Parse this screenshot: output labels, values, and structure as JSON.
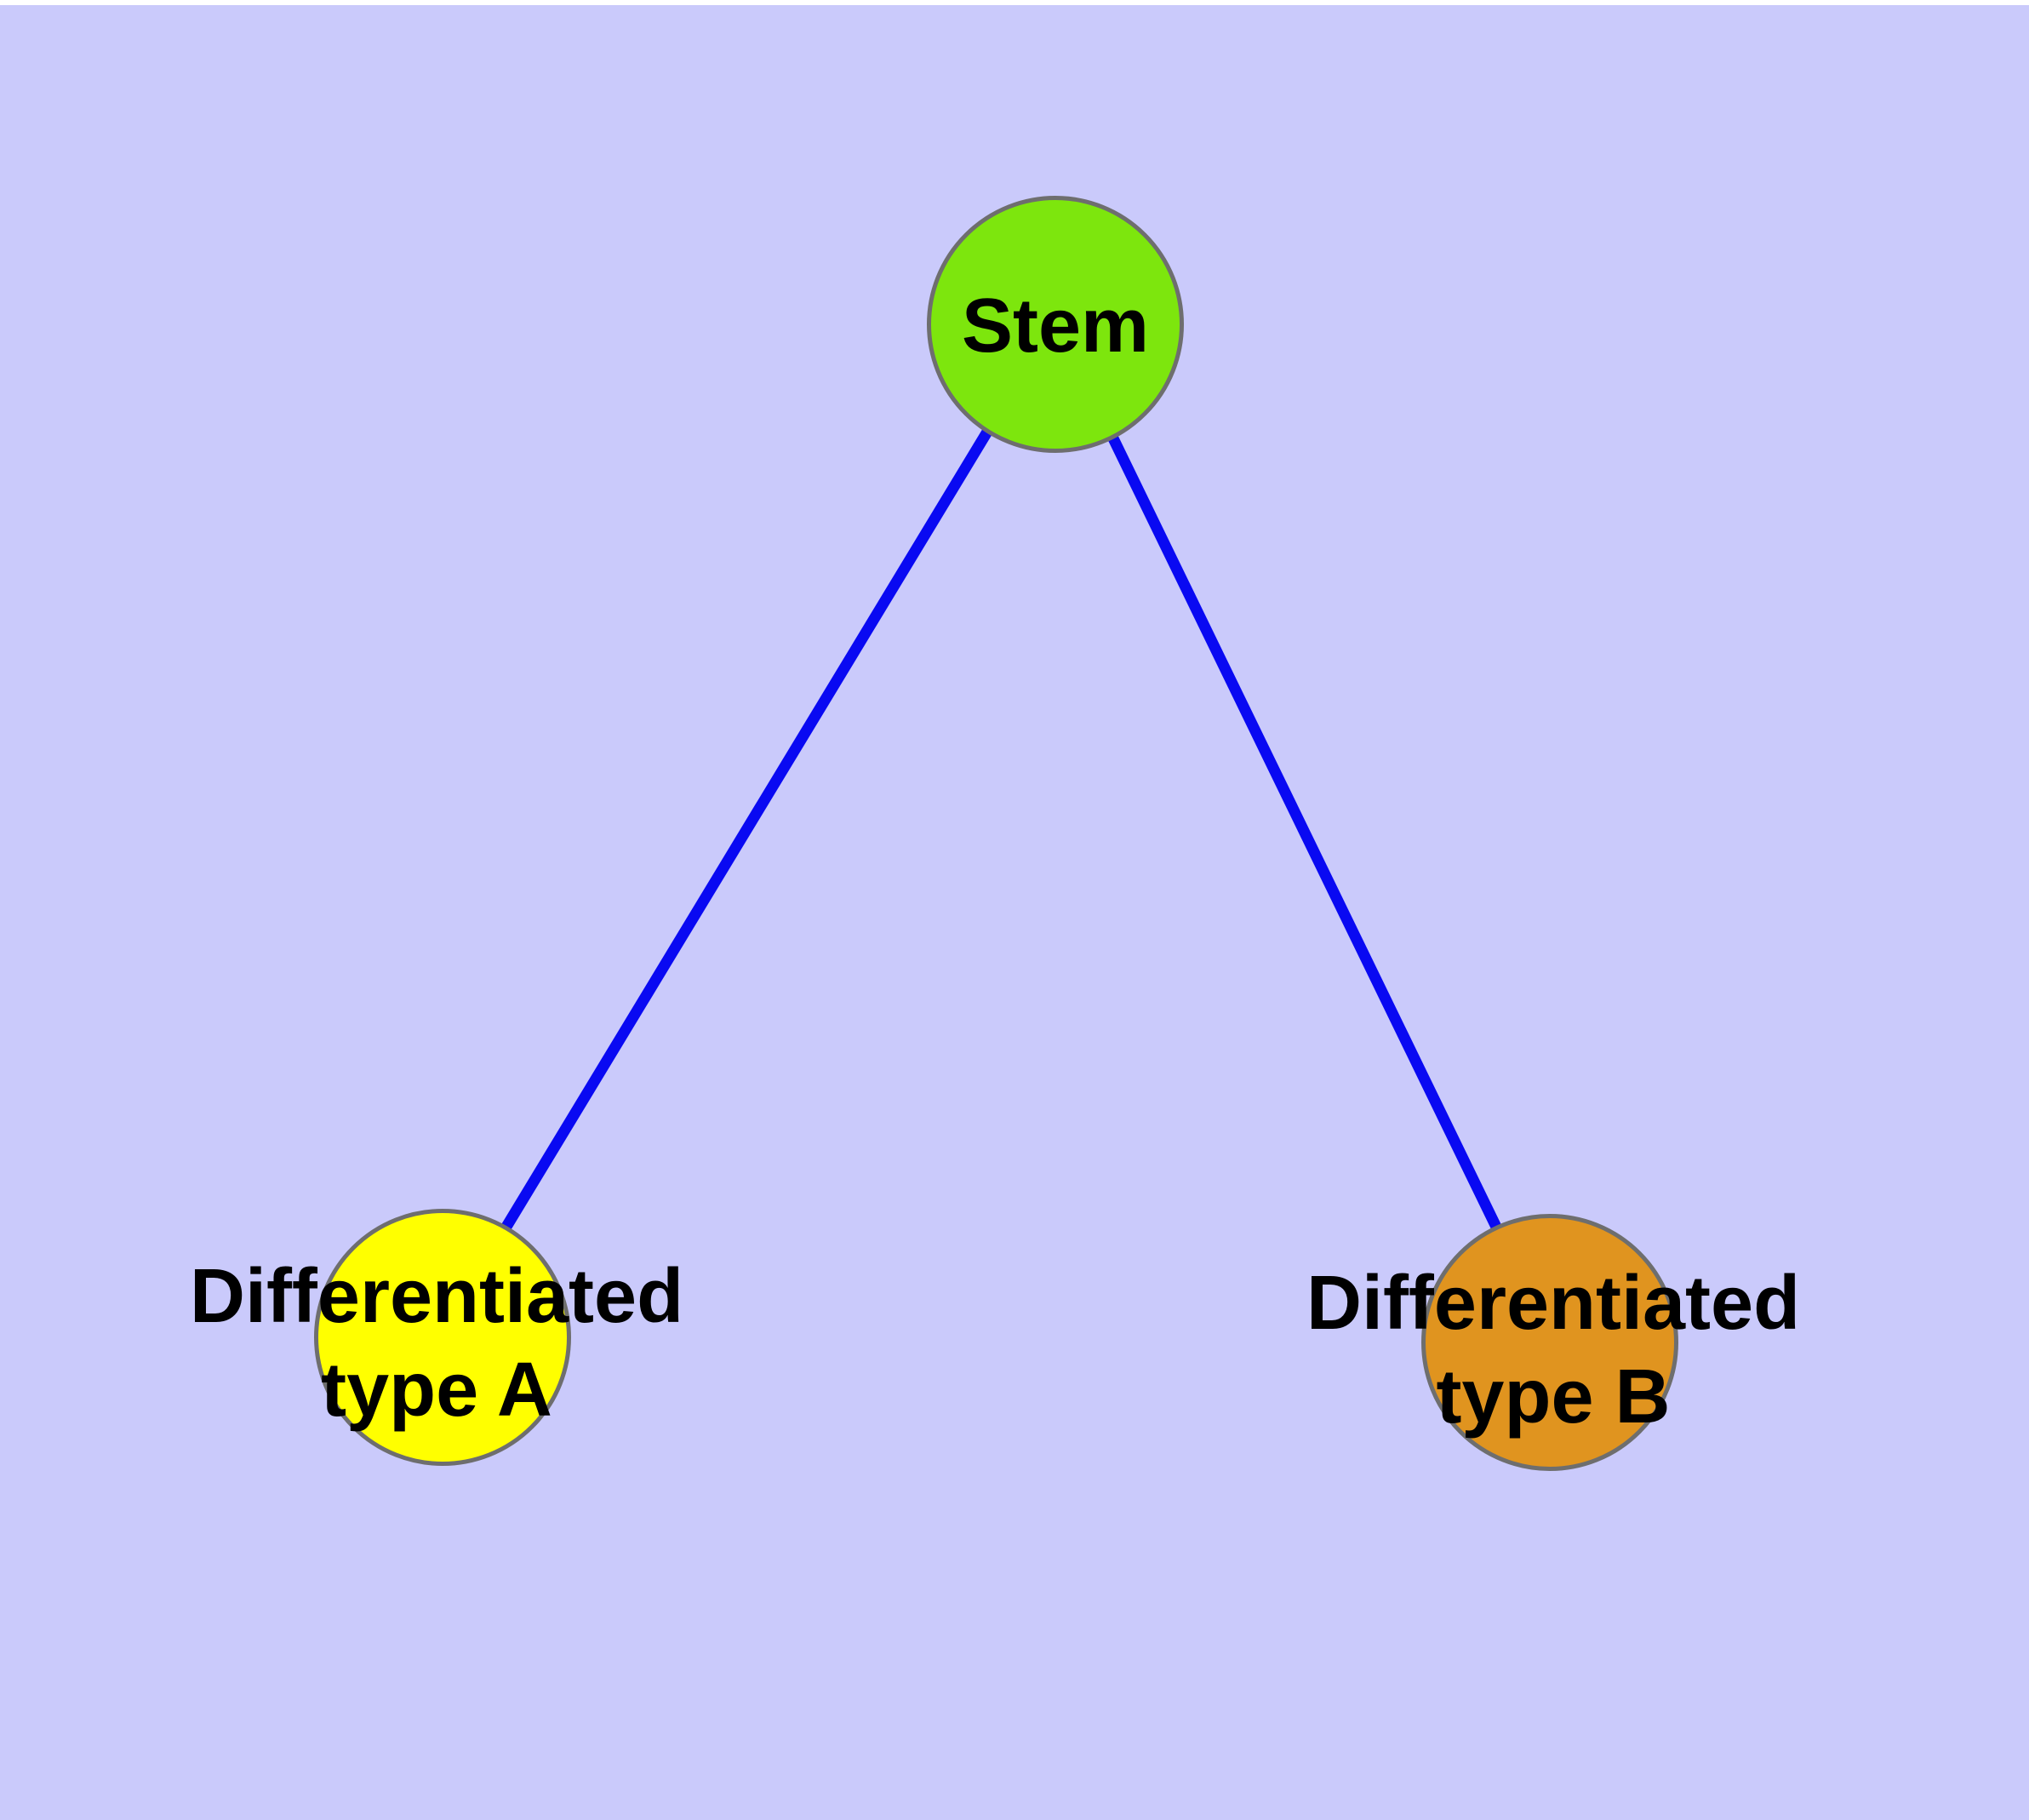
{
  "diagram": {
    "background_color": "#CACAFB",
    "edge_color": "#0909F2",
    "node_border_color": "#6E6E6E",
    "label_color": "#000000",
    "nodes": [
      {
        "id": "stem",
        "label": "Stem",
        "color": "#7DE60D"
      },
      {
        "id": "type-a",
        "label": "Differentiated\ntype A",
        "color": "#FFFF00"
      },
      {
        "id": "type-b",
        "label": "Differentiated\ntype B",
        "color": "#E0941F"
      }
    ],
    "edges": [
      {
        "from": "Stem",
        "to": "Differentiated type A"
      },
      {
        "from": "Stem",
        "to": "Differentiated type B"
      }
    ]
  }
}
